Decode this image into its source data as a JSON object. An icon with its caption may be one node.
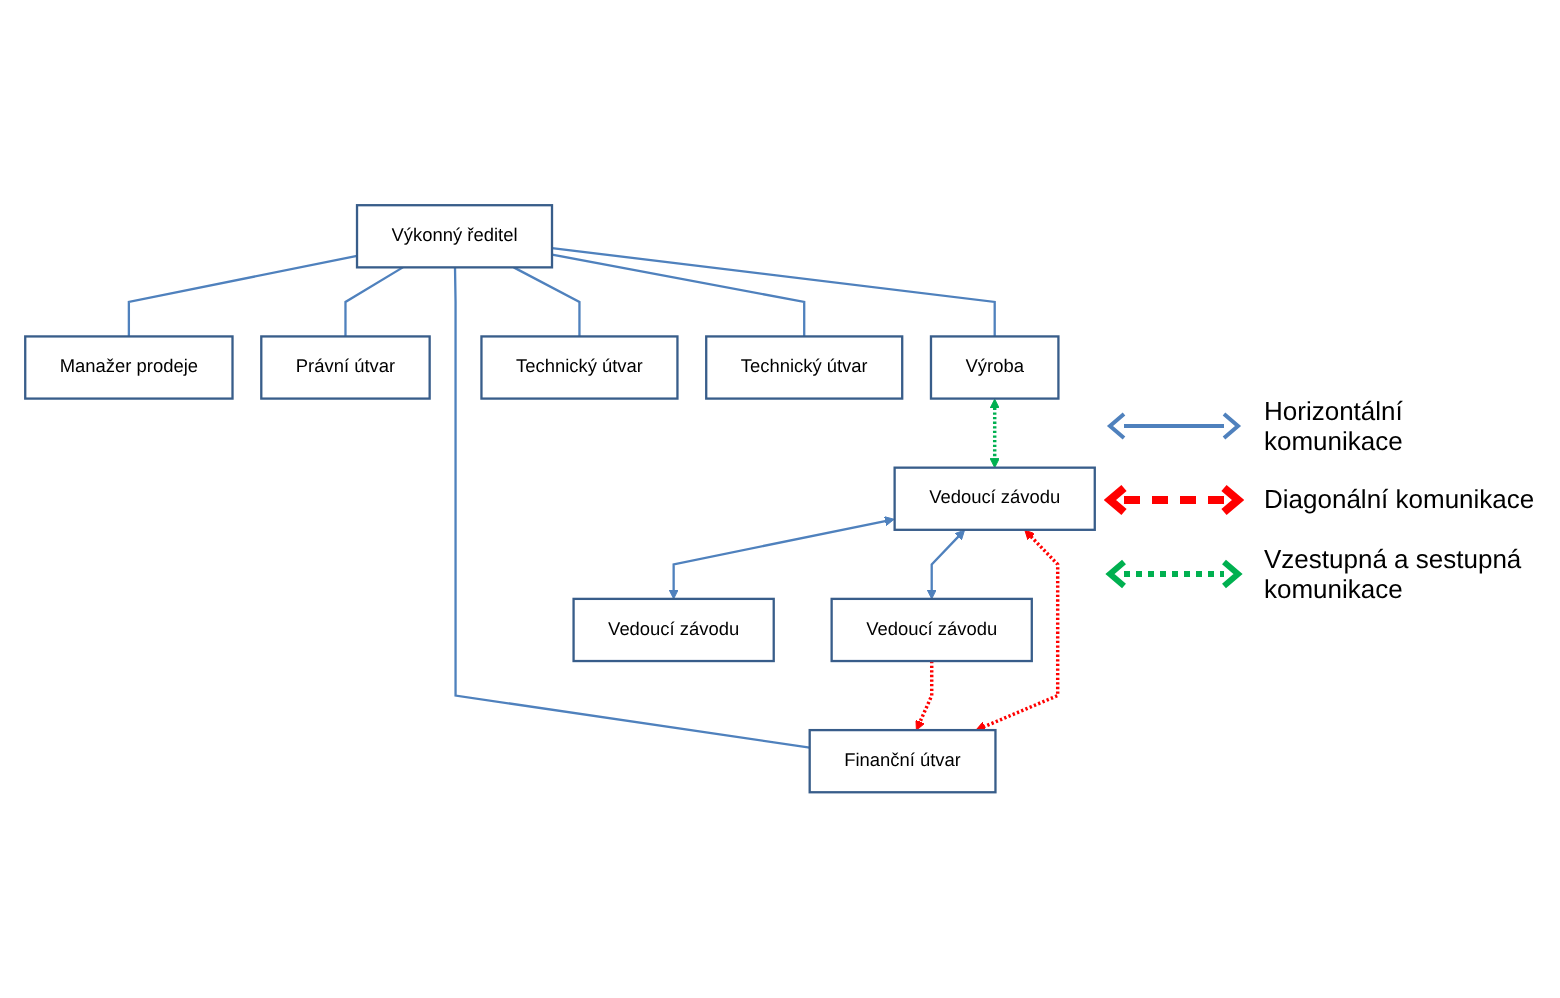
{
  "diagram": {
    "nodes": [
      {
        "text": [
          "Výkonný ředitel"
        ]
      },
      {
        "text": [
          "Manažer prodeje"
        ]
      },
      {
        "text": [
          "Právní útvar"
        ]
      },
      {
        "text": [
          "Výroba"
        ]
      },
      {
        "text": [
          "Finanční útvar"
        ]
      },
      {
        "text": [
          "Technický útvar"
        ]
      },
      {
        "text": [
          "Technický útvar"
        ]
      },
      {
        "text": [
          "Vedoucí závodu"
        ]
      },
      {
        "text": [
          "Vedoucí závodu"
        ]
      },
      {
        "text": [
          "Vedoucí závodu"
        ]
      }
    ],
    "edges": [
      {
        "from": 0,
        "to": 1,
        "arrow": "none"
      },
      {
        "from": 0,
        "to": 2,
        "arrow": "none"
      },
      {
        "from": 0,
        "to": 3,
        "arrow": "none"
      },
      {
        "from": 0,
        "to": 4,
        "arrow": "none"
      },
      {
        "from": 0,
        "to": 5,
        "arrow": "none"
      },
      {
        "from": 0,
        "to": 6,
        "arrow": "none"
      },
      {
        "from": 3,
        "to": 8,
        "arrow": "both",
        "style": "dashed",
        "color": "#00b050"
      },
      {
        "from": 7,
        "to": 4,
        "arrow": "to",
        "style": "dashed",
        "color": "#ff0000"
      },
      {
        "from": 8,
        "to": 4,
        "arrow": "both",
        "style": "dashed",
        "color": "#ff0000"
      },
      {
        "from": 7,
        "to": 8,
        "arrow": "both"
      },
      {
        "from": 8,
        "to": 9,
        "arrow": "both"
      }
    ],
    "legend": [
      {
        "text": "Horizontální komunikace"
      },
      {
        "text": "Diagonální komunikace"
      },
      {
        "text": "Vzestupná a sestupná komunikace"
      }
    ]
  }
}
